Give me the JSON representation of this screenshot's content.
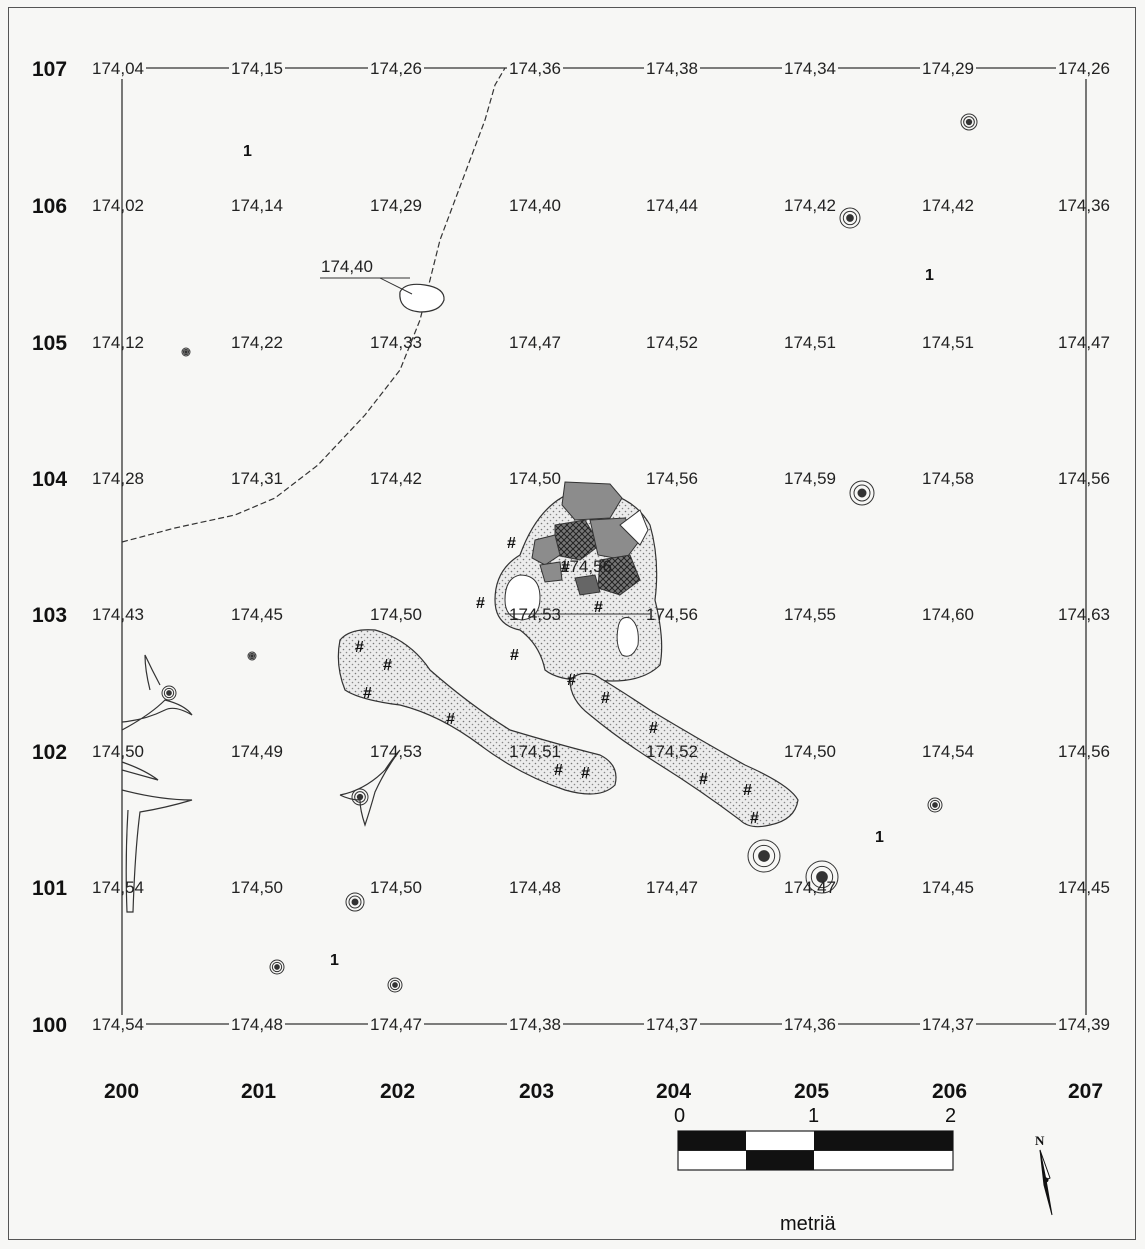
{
  "grid": {
    "rows": [
      "107",
      "106",
      "105",
      "104",
      "103",
      "102",
      "101",
      "100"
    ],
    "cols": [
      "200",
      "201",
      "202",
      "203",
      "204",
      "205",
      "206",
      "207"
    ],
    "elevations": [
      [
        "174,04",
        "174,15",
        "174,26",
        "174,36",
        "174,38",
        "174,34",
        "174,29",
        "174,26"
      ],
      [
        "174,02",
        "174,14",
        "174,29",
        "174,40",
        "174,44",
        "174,42",
        "174,42",
        "174,36"
      ],
      [
        "174,12",
        "174,22",
        "174,33",
        "174,47",
        "174,52",
        "174,51",
        "174,51",
        "174,47"
      ],
      [
        "174,28",
        "174,31",
        "174,42",
        "174,50",
        "174,56",
        "174,59",
        "174,58",
        "174,56"
      ],
      [
        "174,43",
        "174,45",
        "174,50",
        "174,53",
        "174,56",
        "174,55",
        "174,60",
        "174,63"
      ],
      [
        "174,50",
        "174,49",
        "174,53",
        "174,51",
        "174,52",
        "174,50",
        "174,54",
        "174,56"
      ],
      [
        "174,54",
        "174,50",
        "174,50",
        "174,48",
        "174,47",
        "174,47",
        "174,45",
        "174,45"
      ],
      [
        "174,54",
        "174,48",
        "174,47",
        "174,38",
        "174,37",
        "174,36",
        "174,37",
        "174,39"
      ]
    ]
  },
  "extra_labels": {
    "stone": "174,40",
    "hearth": "174,56"
  },
  "marks": {
    "hash": "#",
    "one": "1"
  },
  "scale_bar": {
    "labels": [
      "0",
      "1",
      "2"
    ],
    "unit": "metriä"
  },
  "north": {
    "label": "N",
    "icon": "north-arrow-icon"
  },
  "colors": {
    "line": "#333333",
    "stipple": "#e3e3e3",
    "stone": "#8c8c8c",
    "dark_stone": "#555555"
  }
}
